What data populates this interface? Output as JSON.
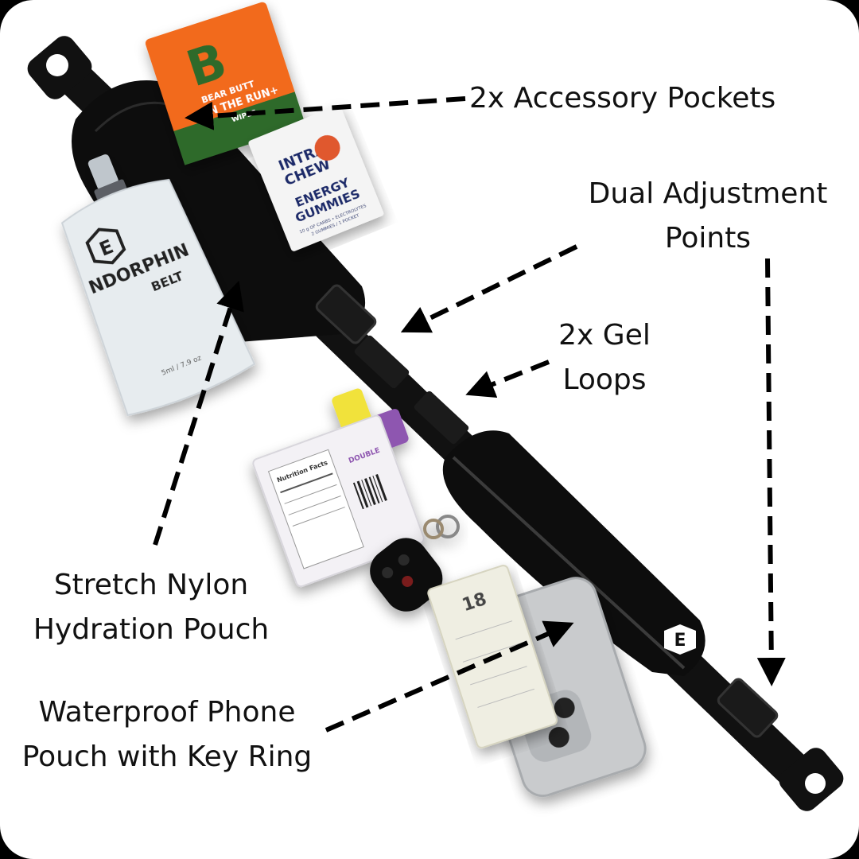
{
  "labels": {
    "accessory_pockets": "2x Accessory Pockets",
    "dual_adjustment_line1": "Dual Adjustment",
    "dual_adjustment_line2": "Points",
    "gel_loops_line1": "2x Gel",
    "gel_loops_line2": "Loops",
    "hydration_line1": "Stretch Nylon",
    "hydration_line2": "Hydration Pouch",
    "phone_line1": "Waterproof Phone",
    "phone_line2": "Pouch with Key Ring"
  },
  "products": {
    "flask_brand_letter": "E",
    "flask_brand": "NDORPHIN",
    "flask_sub": "BELT",
    "flask_volume": "5ml / 7.9 oz",
    "orange_pack_letter": "B",
    "orange_pack_line1": "BEAR BUTT",
    "orange_pack_line2": "ON THE RUN+",
    "orange_pack_line3": "WIPES",
    "gummy_brand_line1": "INTRA",
    "gummy_brand_line2": "CHEW",
    "gummy_line1": "ENERGY",
    "gummy_line2": "GUMMIES",
    "gummy_line3": "10 g OF CARBS • ELECTROLYTES",
    "gummy_line4": "2 GUMMIES / 1 POCKET",
    "gel_brand": "DOUBLE",
    "gel_nutrition": "Nutrition Facts",
    "bar_brand": "18",
    "belt_logo": "E"
  },
  "colors": {
    "belt": "#0d0d0d",
    "orange_pack": "#f26a1b",
    "green_pack": "#2f6b2a",
    "gel_yellow": "#f1e23a",
    "gel_purple": "#8e56b0",
    "phone": "#c9cbcd",
    "bar_wrapper": "#efeee2"
  }
}
